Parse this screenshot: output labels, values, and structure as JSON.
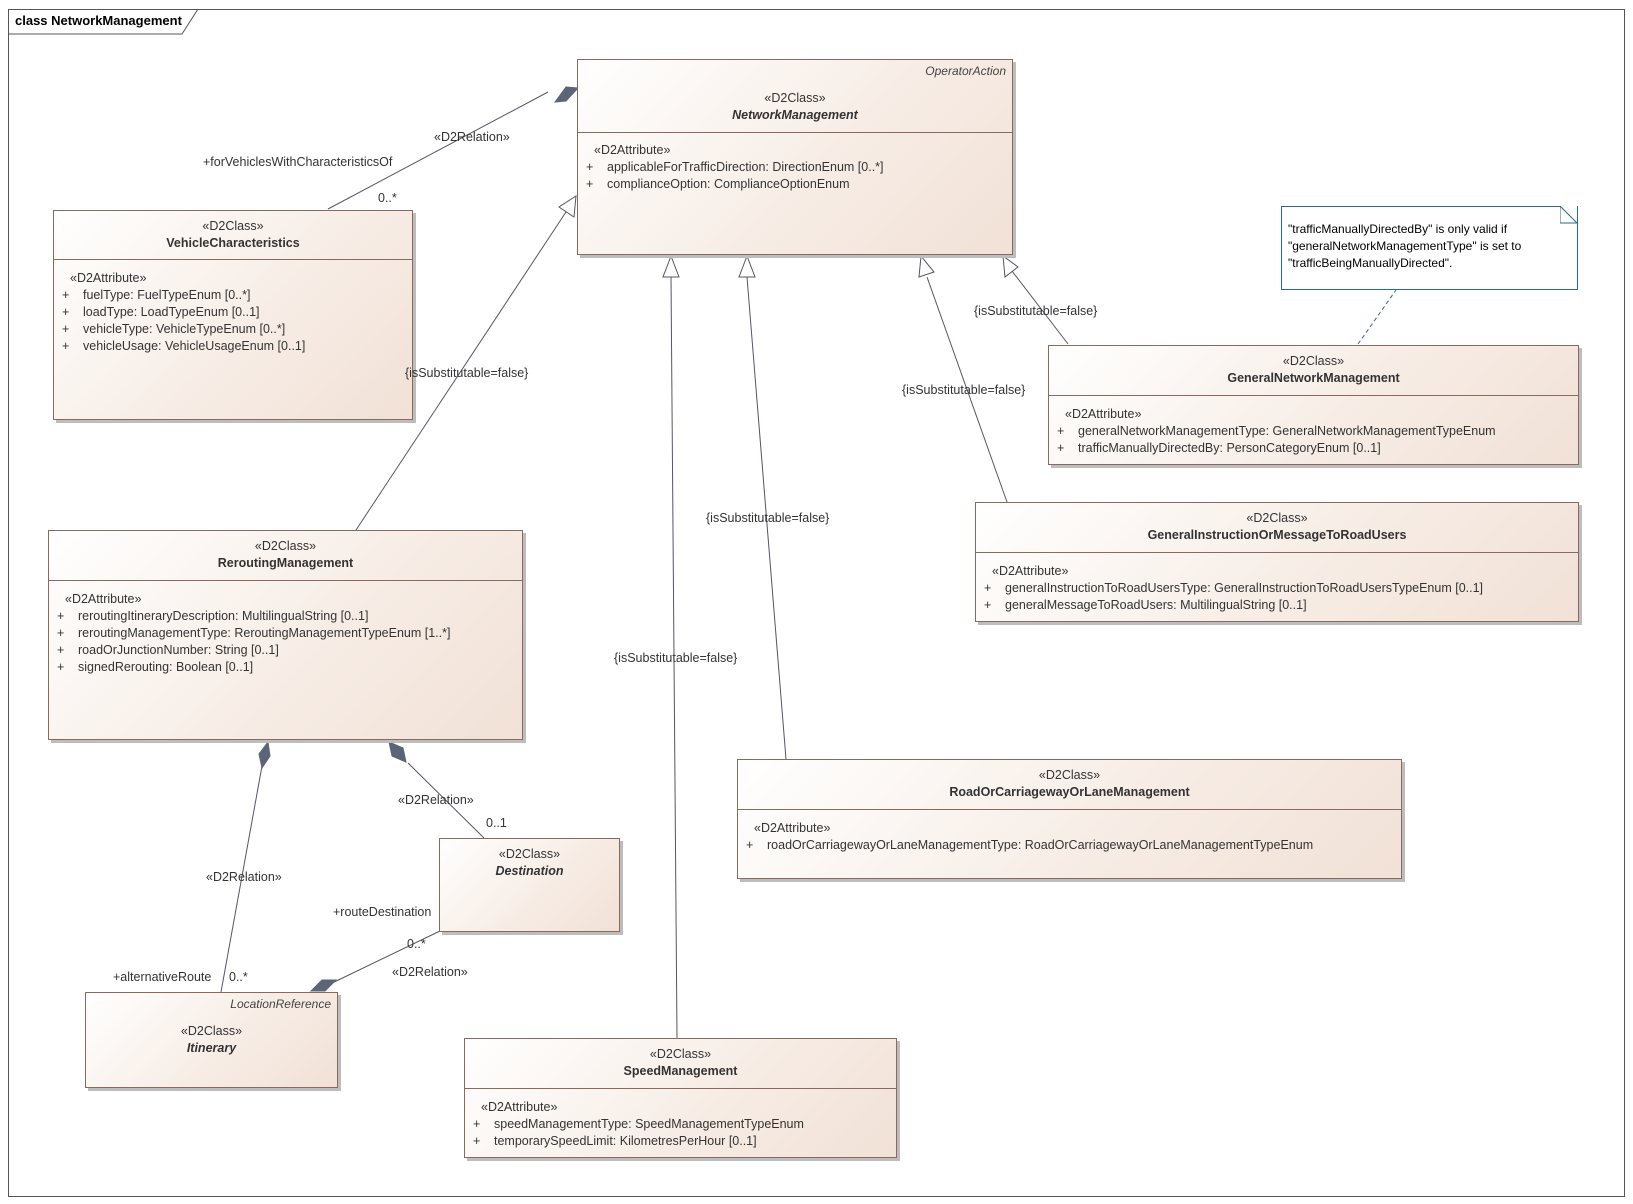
{
  "frame_title": "class NetworkManagement",
  "classes": {
    "network_management": {
      "parent": "OperatorAction",
      "stereotype": "«D2Class»",
      "name": "NetworkManagement",
      "attr_stereotype": "«D2Attribute»",
      "attributes": [
        {
          "vis": "+",
          "text": "applicableForTrafficDirection: DirectionEnum [0..*]"
        },
        {
          "vis": "+",
          "text": "complianceOption: ComplianceOptionEnum"
        }
      ]
    },
    "vehicle_characteristics": {
      "stereotype": "«D2Class»",
      "name": "VehicleCharacteristics",
      "attr_stereotype": "«D2Attribute»",
      "attributes": [
        {
          "vis": "+",
          "text": "fuelType: FuelTypeEnum [0..*]"
        },
        {
          "vis": "+",
          "text": "loadType: LoadTypeEnum [0..1]"
        },
        {
          "vis": "+",
          "text": "vehicleType: VehicleTypeEnum [0..*]"
        },
        {
          "vis": "+",
          "text": "vehicleUsage: VehicleUsageEnum [0..1]"
        }
      ]
    },
    "general_network_management": {
      "stereotype": "«D2Class»",
      "name": "GeneralNetworkManagement",
      "attr_stereotype": "«D2Attribute»",
      "attributes": [
        {
          "vis": "+",
          "text": "generalNetworkManagementType: GeneralNetworkManagementTypeEnum"
        },
        {
          "vis": "+",
          "text": "trafficManuallyDirectedBy: PersonCategoryEnum [0..1]"
        }
      ]
    },
    "general_instruction": {
      "stereotype": "«D2Class»",
      "name": "GeneralInstructionOrMessageToRoadUsers",
      "attr_stereotype": "«D2Attribute»",
      "attributes": [
        {
          "vis": "+",
          "text": "generalInstructionToRoadUsersType: GeneralInstructionToRoadUsersTypeEnum [0..1]"
        },
        {
          "vis": "+",
          "text": "generalMessageToRoadUsers: MultilingualString [0..1]"
        }
      ]
    },
    "rerouting_management": {
      "stereotype": "«D2Class»",
      "name": "ReroutingManagement",
      "attr_stereotype": "«D2Attribute»",
      "attributes": [
        {
          "vis": "+",
          "text": "reroutingItineraryDescription: MultilingualString [0..1]"
        },
        {
          "vis": "+",
          "text": "reroutingManagementType: ReroutingManagementTypeEnum [1..*]"
        },
        {
          "vis": "+",
          "text": "roadOrJunctionNumber: String [0..1]"
        },
        {
          "vis": "+",
          "text": "signedRerouting: Boolean [0..1]"
        }
      ]
    },
    "road_or_carriageway": {
      "stereotype": "«D2Class»",
      "name": "RoadOrCarriagewayOrLaneManagement",
      "attr_stereotype": "«D2Attribute»",
      "attributes": [
        {
          "vis": "+",
          "text": "roadOrCarriagewayOrLaneManagementType: RoadOrCarriagewayOrLaneManagementTypeEnum"
        }
      ]
    },
    "destination": {
      "stereotype": "«D2Class»",
      "name": "Destination"
    },
    "itinerary": {
      "parent": "LocationReference",
      "stereotype": "«D2Class»",
      "name": "Itinerary"
    },
    "speed_management": {
      "stereotype": "«D2Class»",
      "name": "SpeedManagement",
      "attr_stereotype": "«D2Attribute»",
      "attributes": [
        {
          "vis": "+",
          "text": "speedManagementType: SpeedManagementTypeEnum"
        },
        {
          "vis": "+",
          "text": "temporarySpeedLimit: KilometresPerHour [0..1]"
        }
      ]
    }
  },
  "note": {
    "lines": [
      "\"trafficManuallyDirectedBy\" is only valid if",
      "\"generalNetworkManagementType\" is set to",
      "\"trafficBeingManuallyDirected\"."
    ]
  },
  "labels": {
    "d2relation_vehicle": "«D2Relation»",
    "role_vehicle": "+forVehiclesWithCharacteristicsOf",
    "mult_vehicle": "0..*",
    "subst_rerouting": "{isSubstitutable=false}",
    "subst_speed": "{isSubstitutable=false}",
    "subst_road": "{isSubstitutable=false}",
    "subst_instruction": "{isSubstitutable=false}",
    "subst_general": "{isSubstitutable=false}",
    "d2relation_destination": "«D2Relation»",
    "mult_destination": "0..1",
    "d2relation_itinerary": "«D2Relation»",
    "role_route_destination": "+routeDestination",
    "mult_route_destination": "0..*",
    "d2relation_dest_itin": "«D2Relation»",
    "role_alternative": "+alternativeRoute",
    "mult_alternative": "0..*"
  }
}
